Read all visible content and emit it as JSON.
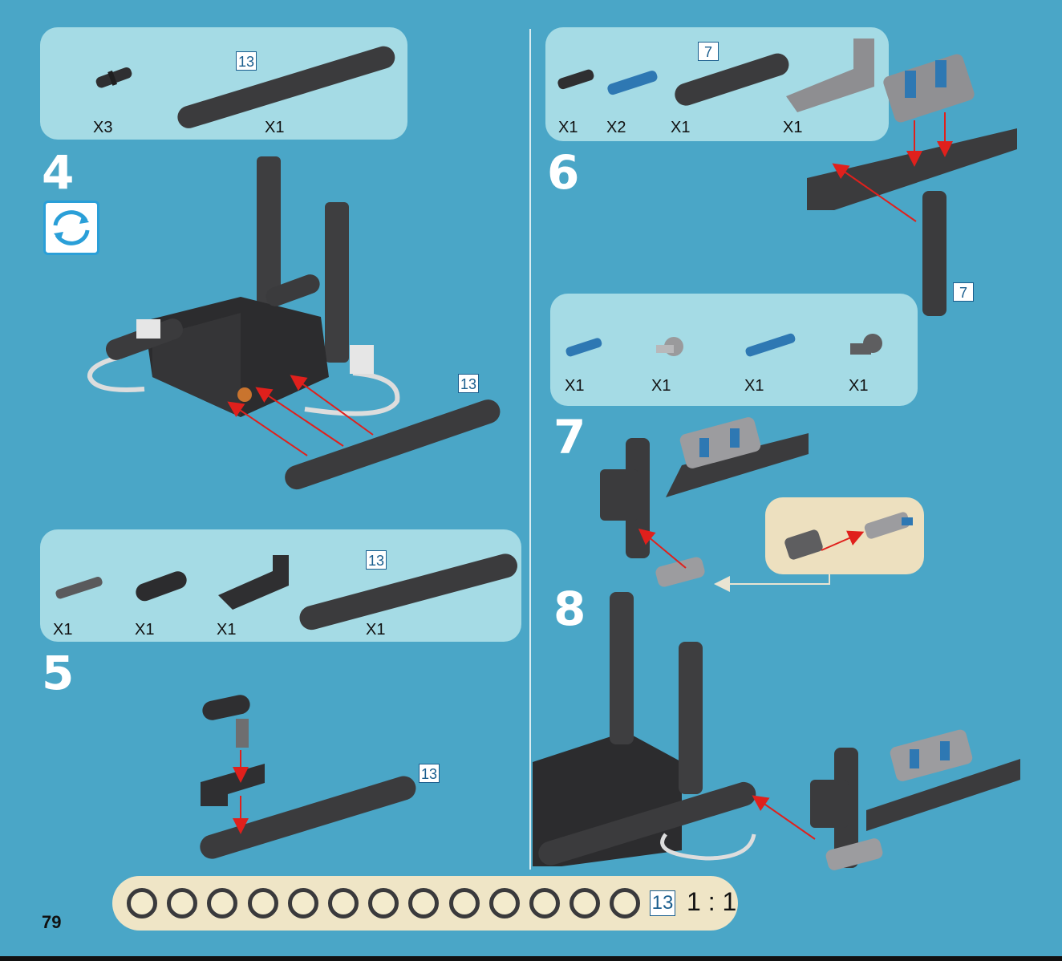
{
  "page": {
    "number": "79"
  },
  "steps": {
    "s4": {
      "number": "4",
      "parts_qty": [
        "X3",
        "X1"
      ],
      "beam_len": "13",
      "assembly_len": "13"
    },
    "s5": {
      "number": "5",
      "parts_qty": [
        "X1",
        "X1",
        "X1",
        "X1"
      ],
      "beam_len": "13",
      "assembly_len": "13"
    },
    "s6": {
      "number": "6",
      "parts_qty": [
        "X1",
        "X2",
        "X1",
        "X1"
      ],
      "beam_len": "7",
      "assembly_len": "7"
    },
    "s7": {
      "number": "7",
      "parts_qty": [
        "X1",
        "X1",
        "X1",
        "X1"
      ]
    },
    "s8": {
      "number": "8"
    }
  },
  "ruler": {
    "length": "13",
    "ratio": "1 : 1",
    "holes": 13
  },
  "icons": {
    "rotate": "rotate-icon"
  },
  "colors": {
    "background": "#4aa6c7",
    "panel": "#a5dbe5",
    "ruler": "#efe5c6",
    "arrow": "#e0201c",
    "step_number": "#ffffff"
  }
}
